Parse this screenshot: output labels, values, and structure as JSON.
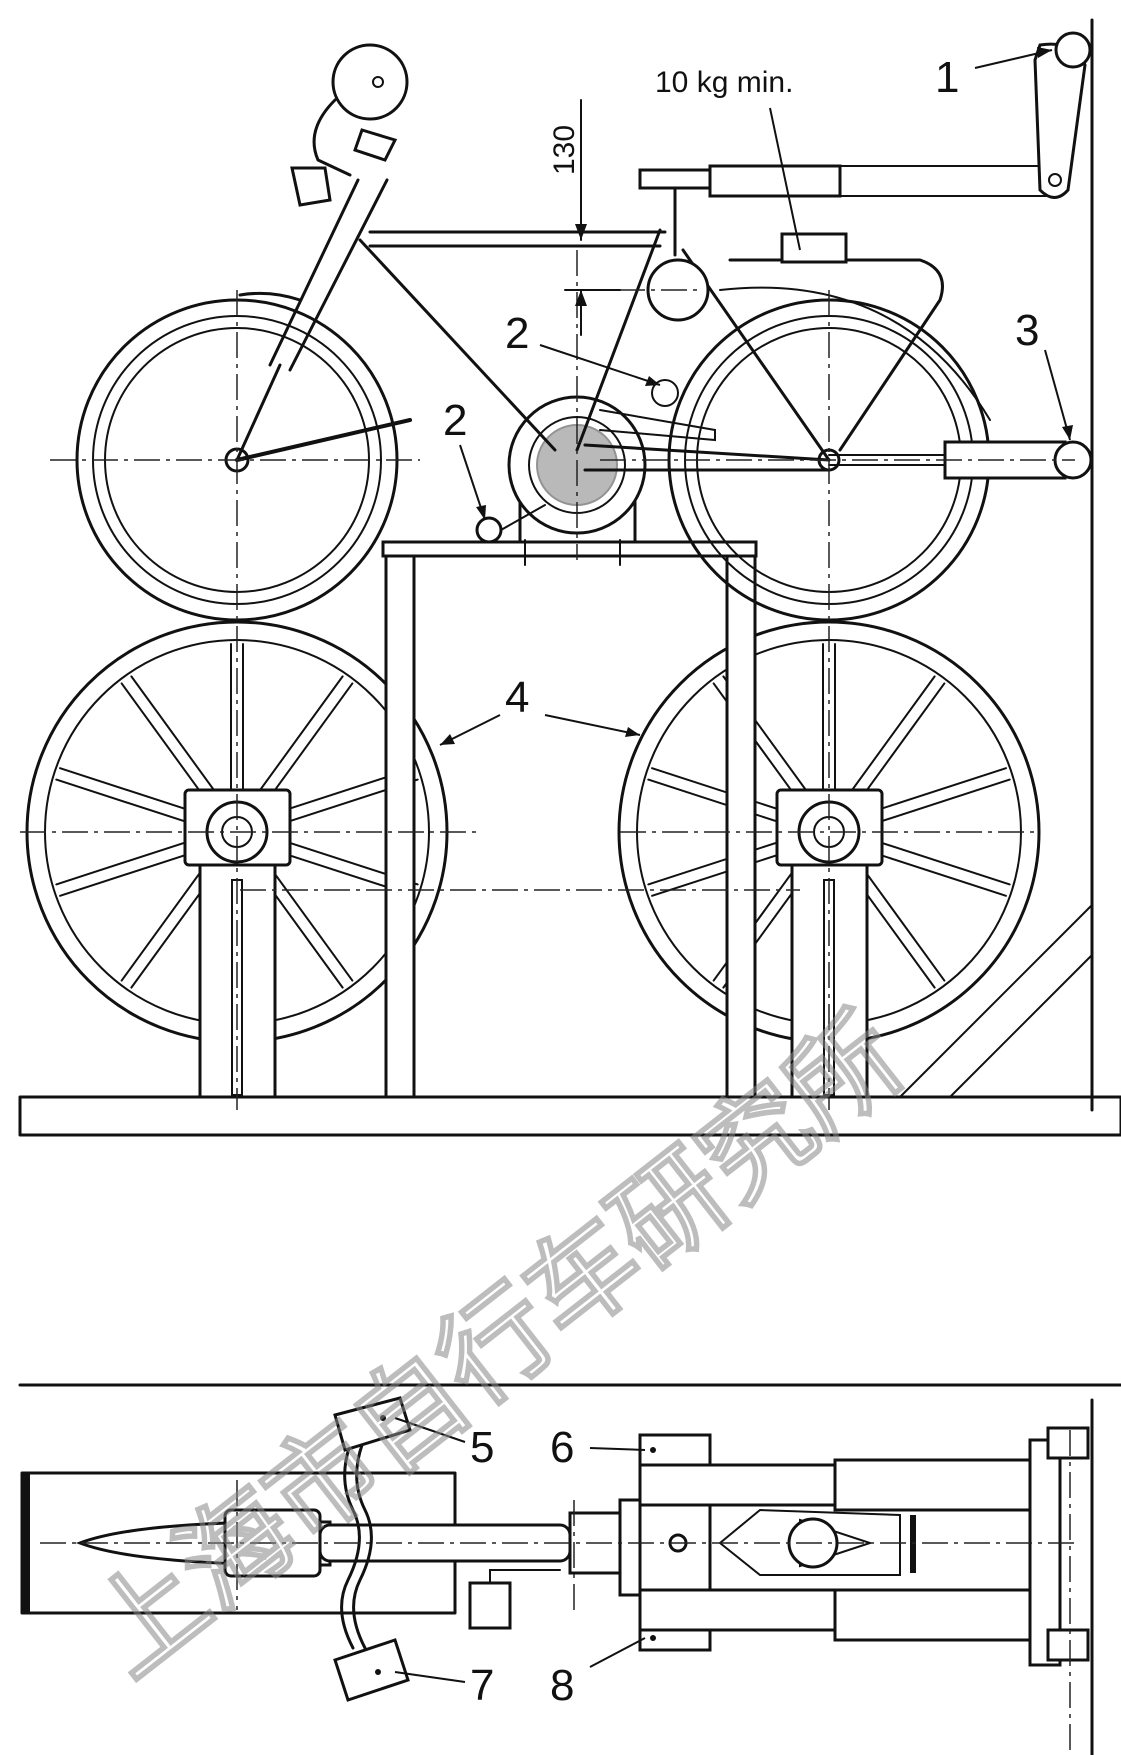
{
  "labels": {
    "l1": "1",
    "l2a": "2",
    "l2b": "2",
    "l3": "3",
    "l4": "4",
    "l5": "5",
    "l6": "6",
    "l7": "7",
    "l8": "8"
  },
  "annotations": {
    "mass": "10 kg min.",
    "dimension": "130"
  },
  "watermark": "上海市自行车研究所"
}
